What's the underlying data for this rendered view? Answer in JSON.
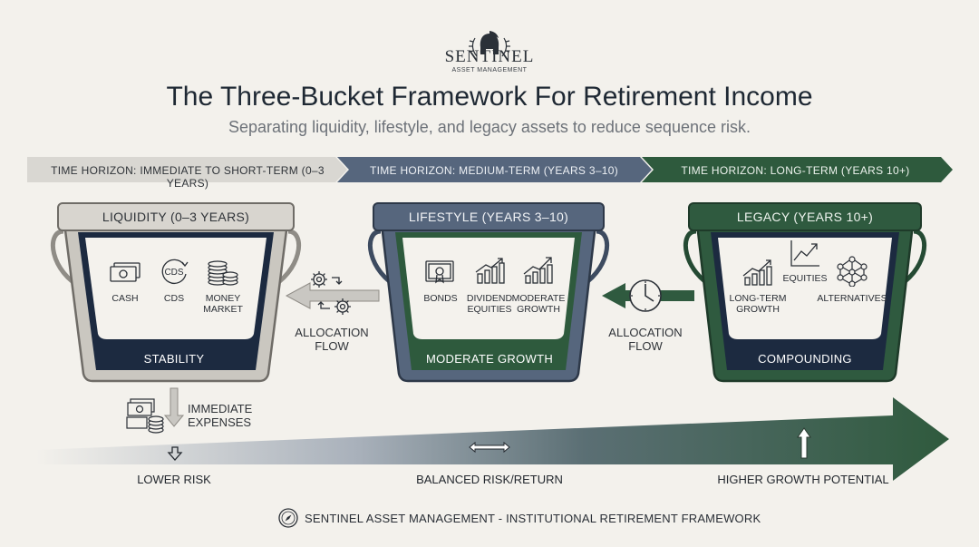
{
  "header": {
    "brand": "SENTINEL",
    "brand_sub": "ASSET MANAGEMENT",
    "title": "The Three-Bucket Framework For Retirement Income",
    "subtitle": "Separating liquidity, lifestyle, and legacy assets to reduce sequence risk."
  },
  "horizons": [
    {
      "label": "TIME HORIZON: IMMEDIATE TO SHORT-TERM (0–3 YEARS)",
      "color": "#d8d6d1"
    },
    {
      "label": "TIME HORIZON: MEDIUM-TERM (YEARS 3–10)",
      "color": "#56667d"
    },
    {
      "label": "TIME HORIZON: LONG-TERM (YEARS 10+)",
      "color": "#2e5a3d"
    }
  ],
  "buckets": [
    {
      "title": "LIQUIDITY (0–3 YEARS)",
      "footer": "STABILITY",
      "rim_color": "#cac7c0",
      "items": [
        {
          "label": "CASH",
          "icon": "cash-icon"
        },
        {
          "label": "CDS",
          "icon": "cds-icon",
          "icon_text": "CDS"
        },
        {
          "label": "MONEY MARKET",
          "icon": "coins-icon"
        }
      ]
    },
    {
      "title": "LIFESTYLE (YEARS 3–10)",
      "footer": "MODERATE GROWTH",
      "rim_color": "#53647c",
      "items": [
        {
          "label": "BONDS",
          "icon": "bond-certificate-icon"
        },
        {
          "label": "DIVIDEND EQUITIES",
          "icon": "bar-chart-icon"
        },
        {
          "label": "MODERATE GROWTH",
          "icon": "growth-chart-icon"
        }
      ]
    },
    {
      "title": "LEGACY (YEARS 10+)",
      "footer": "COMPOUNDING",
      "rim_color": "#2f5a3f",
      "items": [
        {
          "label": "LONG-TERM GROWTH",
          "icon": "bar-chart-icon"
        },
        {
          "label": "EQUITIES",
          "icon": "line-chart-icon"
        },
        {
          "label": "ALTERNATIVES",
          "icon": "network-icon"
        }
      ]
    }
  ],
  "flows": [
    {
      "label": "ALLOCATION FLOW",
      "icon": "gears-icon"
    },
    {
      "label": "ALLOCATION FLOW",
      "icon": "clock-icon"
    }
  ],
  "expenses": {
    "label": "IMMEDIATE EXPENSES",
    "icon": "cash-stack-icon"
  },
  "risk": {
    "low": "LOWER RISK",
    "mid": "BALANCED RISK/RETURN",
    "high": "HIGHER GROWTH POTENTIAL"
  },
  "footer": {
    "text": "SENTINEL ASSET MANAGEMENT - INSTITUTIONAL RETIREMENT FRAMEWORK",
    "icon": "compass-icon"
  },
  "colors": {
    "navy": "#1c2a40",
    "slate": "#56667d",
    "forest": "#2e5a3d",
    "stone": "#cac7c0",
    "background": "#f3f1ec"
  }
}
